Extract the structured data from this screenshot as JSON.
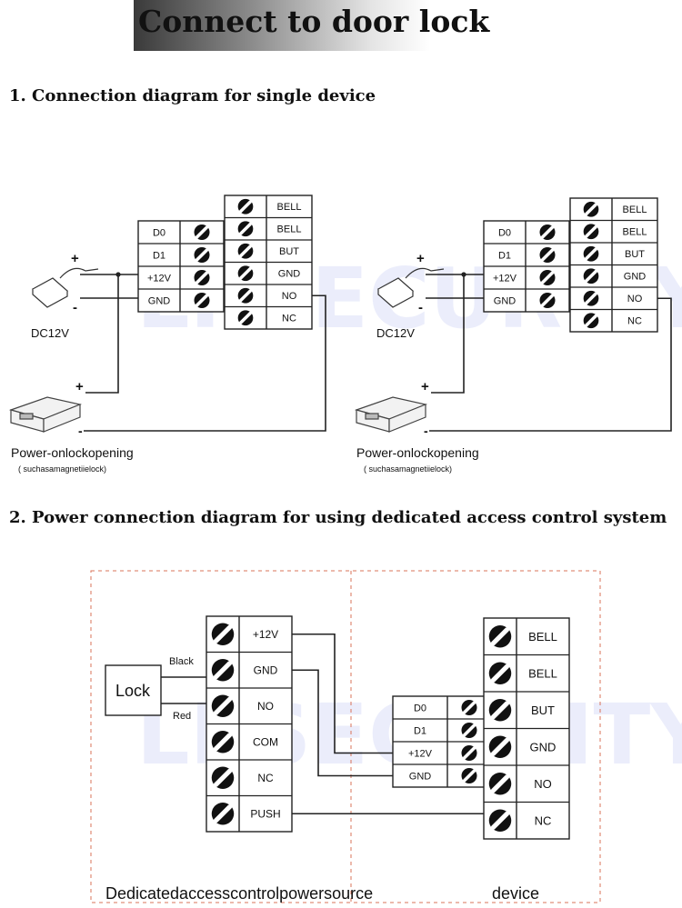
{
  "header": {
    "title": "Connect to door lock"
  },
  "section1": {
    "title": "1. Connection diagram for single device",
    "device_terminals": [
      "BELL",
      "BELL",
      "BUT",
      "GND",
      "NO",
      "NC"
    ],
    "reader_terminals": [
      "D0",
      "D1",
      "+12V",
      "GND"
    ],
    "power_label": "DC12V",
    "lock_label": "Power-onlockopening",
    "lock_sublabel": "( suchasamagnetiielock)",
    "plus": "+",
    "minus": "-"
  },
  "section2": {
    "title": "2. Power connection diagram for using dedicated access control system",
    "lock_box": "Lock",
    "wire_black": "Black",
    "wire_red": "Red",
    "power_terminals": [
      "+12V",
      "GND",
      "NO",
      "COM",
      "NC",
      "PUSH"
    ],
    "reader_terminals": [
      "D0",
      "D1",
      "+12V",
      "GND"
    ],
    "device_terminals": [
      "BELL",
      "BELL",
      "BUT",
      "GND",
      "NO",
      "NC"
    ],
    "source_caption": "Dedicatedaccesscontrolpowersource",
    "device_caption": "device"
  },
  "watermark": "LPSECURITY"
}
